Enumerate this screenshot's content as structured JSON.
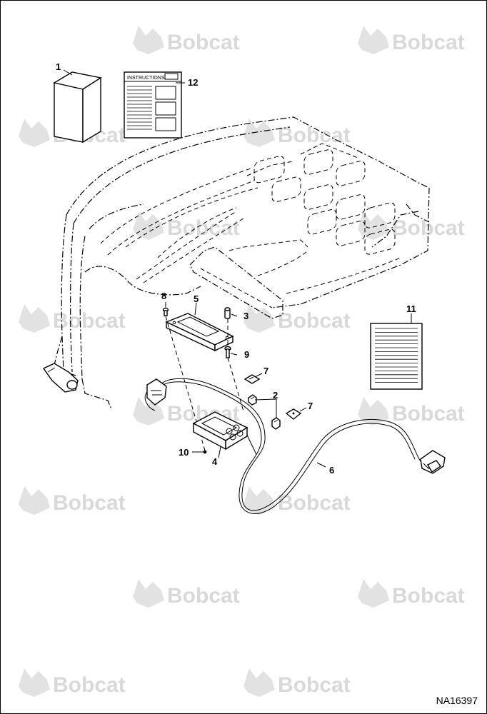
{
  "watermark_text": "Bobcat",
  "instructions_header": "INSTRUCTIONS",
  "drawing_number": "NA16397",
  "callouts": [
    "1",
    "2",
    "3",
    "4",
    "5",
    "6",
    "7",
    "7",
    "8",
    "9",
    "10",
    "11",
    "12"
  ]
}
